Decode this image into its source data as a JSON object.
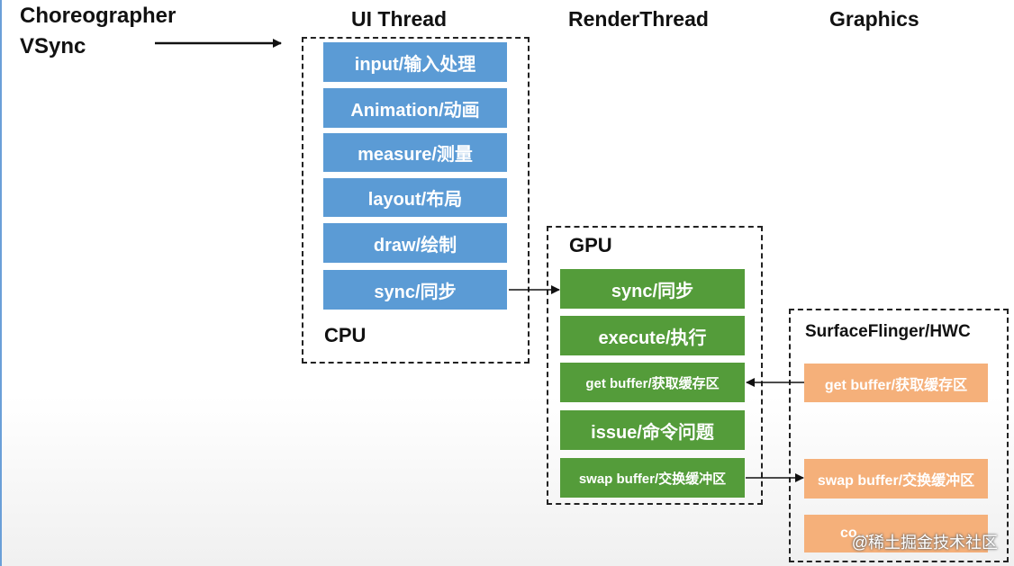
{
  "headings": {
    "choreographer_line1": "Choreographer",
    "choreographer_line2": "VSync",
    "ui_thread": "UI Thread",
    "render_thread": "RenderThread",
    "graphics": "Graphics"
  },
  "ui_thread_box": {
    "label": "CPU",
    "steps": [
      "input/输入处理",
      "Animation/动画",
      "measure/测量",
      "layout/布局",
      "draw/绘制",
      "sync/同步"
    ]
  },
  "render_thread_box": {
    "label": "GPU",
    "steps": [
      "sync/同步",
      "execute/执行",
      "get buffer/获取缓存区",
      "issue/命令问题",
      "swap buffer/交换缓冲区"
    ]
  },
  "graphics_box": {
    "label": "SurfaceFlinger/HWC",
    "steps": [
      "get buffer/获取缓存区",
      "swap buffer/交换缓冲区",
      "co..."
    ]
  },
  "watermark": "@稀土掘金技术社区",
  "colors": {
    "cpu_block": "#5b9bd5",
    "gpu_block": "#549c3a",
    "sf_block": "#f5b07a"
  }
}
